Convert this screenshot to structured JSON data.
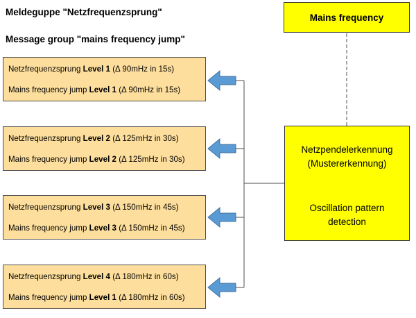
{
  "header": {
    "line_de": "Meldeguppe \"Netzfrequenzsprung\"",
    "line_en": "Message group \"mains frequency jump\""
  },
  "levels": [
    {
      "de_prefix": "Netzfrequenzsprung ",
      "de_level": "Level 1",
      "de_suffix": "  (Δ 90mHz in 15s)",
      "en_prefix": "Mains frequency jump ",
      "en_level": "Level 1",
      "en_suffix": " (Δ 90mHz in 15s)"
    },
    {
      "de_prefix": "Netzfrequenzsprung ",
      "de_level": "Level 2",
      "de_suffix": "  (Δ 125mHz in 30s)",
      "en_prefix": "Mains frequency jump ",
      "en_level": "Level 2",
      "en_suffix": " (Δ 125mHz in 30s)"
    },
    {
      "de_prefix": "Netzfrequenzsprung ",
      "de_level": "Level 3",
      "de_suffix": "  (Δ 150mHz in 45s)",
      "en_prefix": "Mains frequency jump ",
      "en_level": "Level 3",
      "en_suffix": " (Δ 150mHz in 45s)"
    },
    {
      "de_prefix": "Netzfrequenzsprung ",
      "de_level": "Level 4",
      "de_suffix": "  (Δ 180mHz in 60s)",
      "en_prefix": "Mains frequency jump ",
      "en_level": "Level 1",
      "en_suffix": " (Δ 180mHz in 60s)"
    }
  ],
  "mains_box": {
    "label": "Mains frequency"
  },
  "detection_box": {
    "line1": "Netzpendelerkennung",
    "line2": "(Mustererkennung)",
    "line3": "Oscillation pattern",
    "line4": "detection"
  },
  "colors": {
    "level_fill": "#fdde9c",
    "highlight_fill": "#ffff00",
    "arrow_fill": "#5b9bd5",
    "line": "#4d4d4d"
  }
}
